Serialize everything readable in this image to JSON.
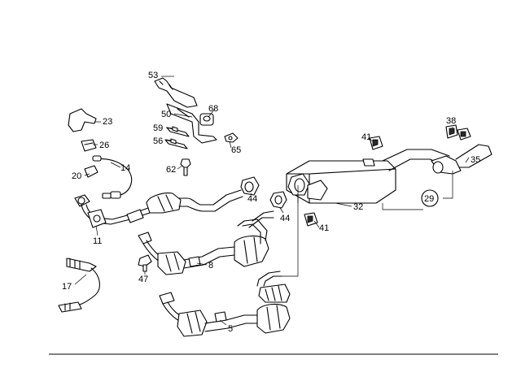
{
  "callouts": {
    "c5": "5",
    "c8": "8",
    "c11": "11",
    "c14": "14",
    "c17": "17",
    "c20": "20",
    "c23": "23",
    "c26": "26",
    "c29": "29",
    "c32": "32",
    "c35": "35",
    "c38": "38",
    "c41a": "41",
    "c41b": "41",
    "c44a": "44",
    "c44b": "44",
    "c47": "47",
    "c50": "50",
    "c53": "53",
    "c56": "56",
    "c59": "59",
    "c62": "62",
    "c65": "65",
    "c68": "68"
  }
}
